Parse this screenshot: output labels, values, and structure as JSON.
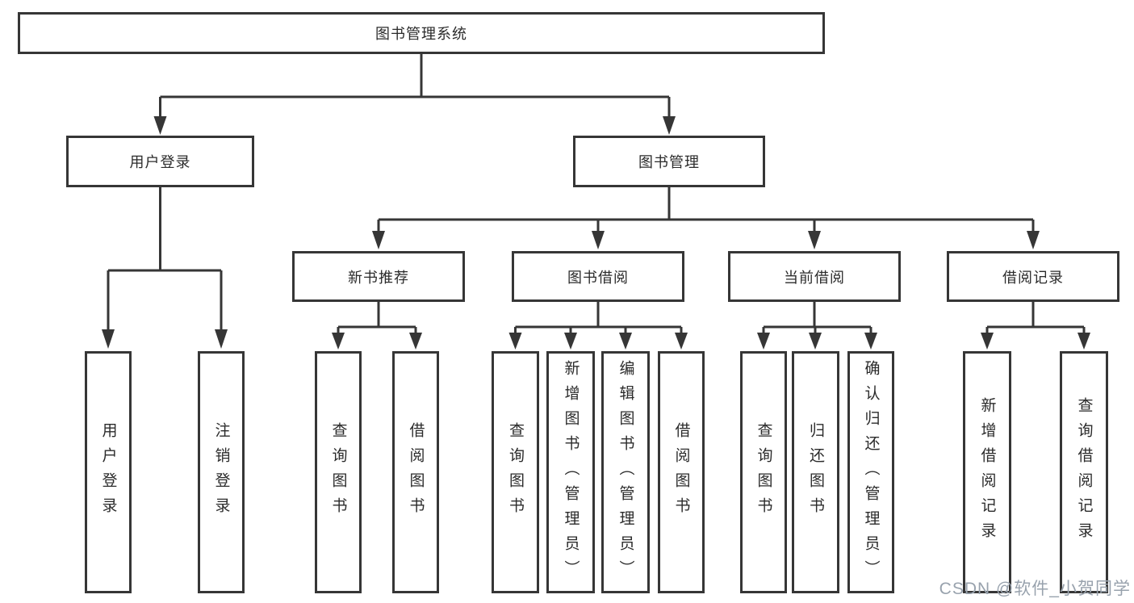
{
  "watermark": "CSDN @软件_小贺同学",
  "diagram": {
    "title": "图书管理系统",
    "branches": [
      {
        "label": "用户登录",
        "children": [
          "用户登录",
          "注销登录"
        ]
      },
      {
        "label": "图书管理",
        "sections": [
          {
            "label": "新书推荐",
            "children": [
              "查询图书",
              "借阅图书"
            ]
          },
          {
            "label": "图书借阅",
            "children": [
              "查询图书",
              "新增图书（管理员）",
              "编辑图书（管理员）",
              "借阅图书"
            ]
          },
          {
            "label": "当前借阅",
            "children": [
              "查询图书",
              "归还图书",
              "确认归还（管理员）"
            ]
          },
          {
            "label": "借阅记录",
            "children": [
              "新增借阅记录",
              "查询借阅记录"
            ]
          }
        ]
      }
    ]
  },
  "colors": {
    "line": "#363636",
    "text": "#2b2b2b",
    "watermark_gray": "#98a2ad",
    "background": "#ffffff"
  }
}
